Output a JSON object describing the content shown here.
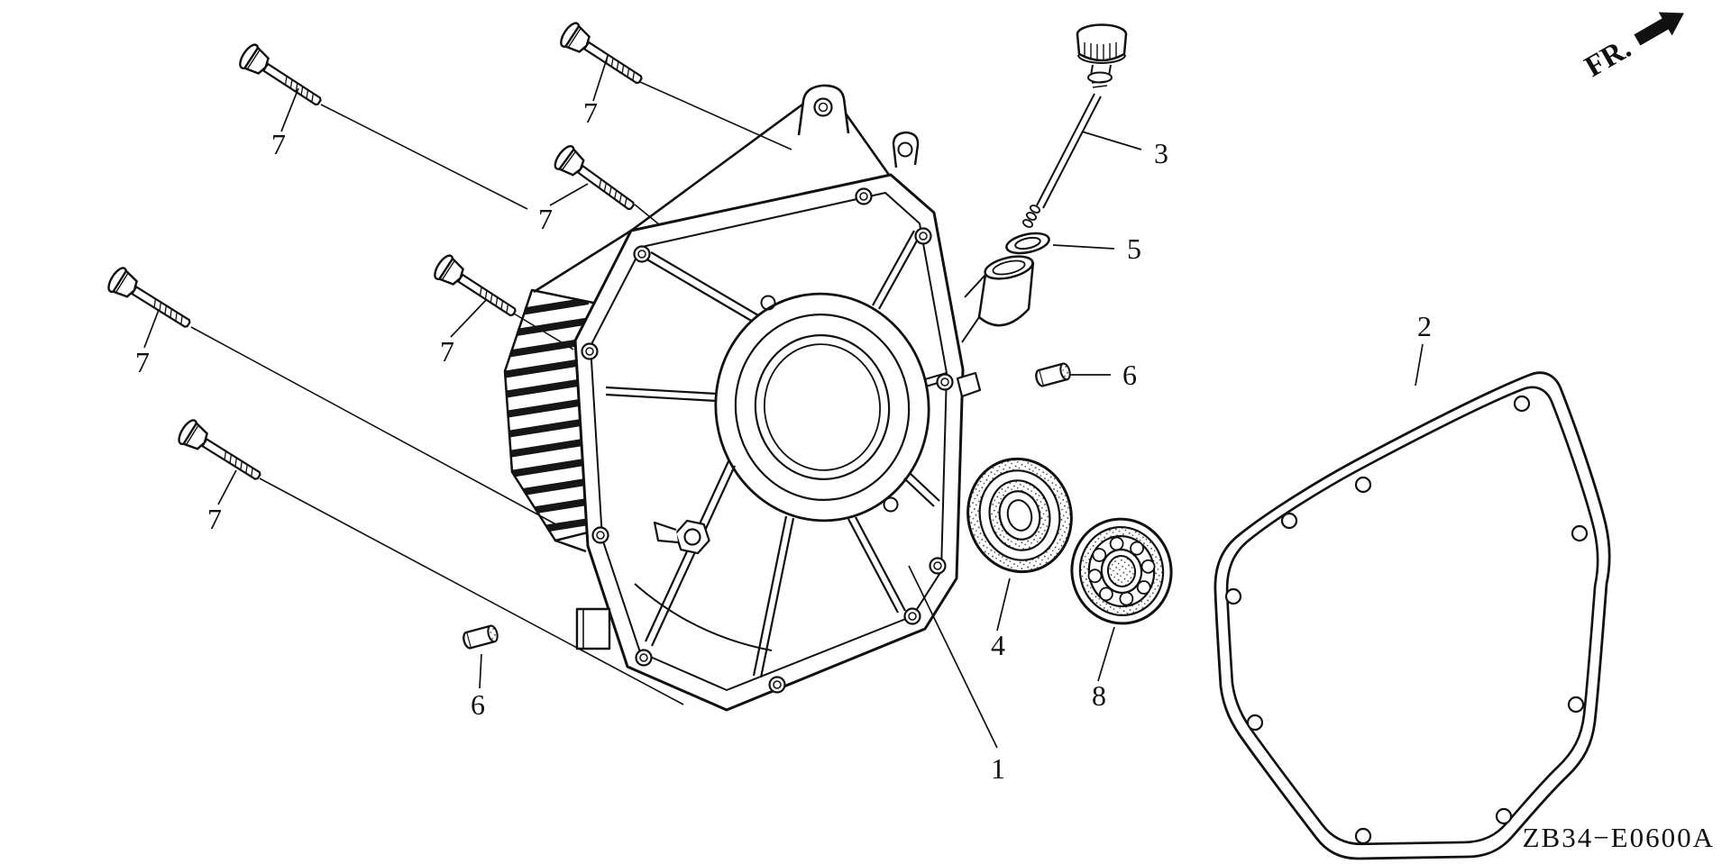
{
  "figure": {
    "code": "ZB34−E0600A",
    "direction_indicator": "FR.",
    "callouts": {
      "c1": "1",
      "c2": "2",
      "c3": "3",
      "c4": "4",
      "c5": "5",
      "c6": "6",
      "c7": "7",
      "c8": "8"
    }
  }
}
